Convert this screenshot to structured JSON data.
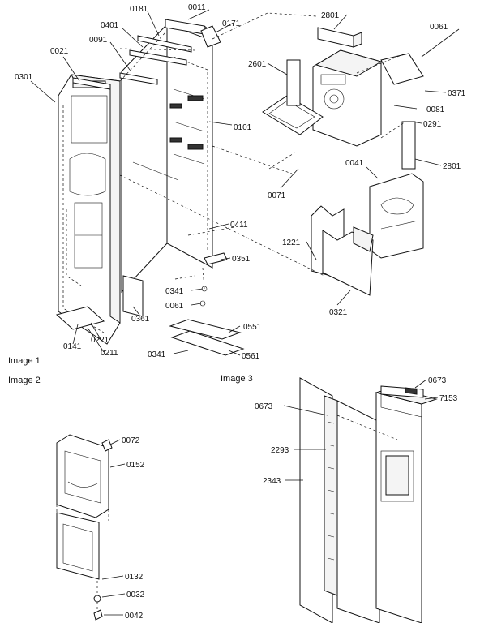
{
  "captions": {
    "image1": "Image 1",
    "image2": "Image 2",
    "image3": "Image 3"
  },
  "image1_callouts": [
    "0011",
    "0181",
    "0171",
    "0401",
    "0091",
    "0021",
    "0301",
    "2801",
    "0061",
    "2601",
    "0371",
    "0081",
    "0291",
    "0101",
    "2801",
    "0071",
    "0041",
    "0411",
    "1221",
    "0351",
    "0341",
    "0061",
    "0361",
    "0321",
    "0551",
    "0141",
    "0221",
    "0211",
    "0341",
    "0561"
  ],
  "image2_callouts": [
    "0072",
    "0152",
    "0132",
    "0032",
    "0042"
  ],
  "image3_callouts": [
    "0673",
    "7153",
    "0673",
    "2293",
    "2343"
  ]
}
